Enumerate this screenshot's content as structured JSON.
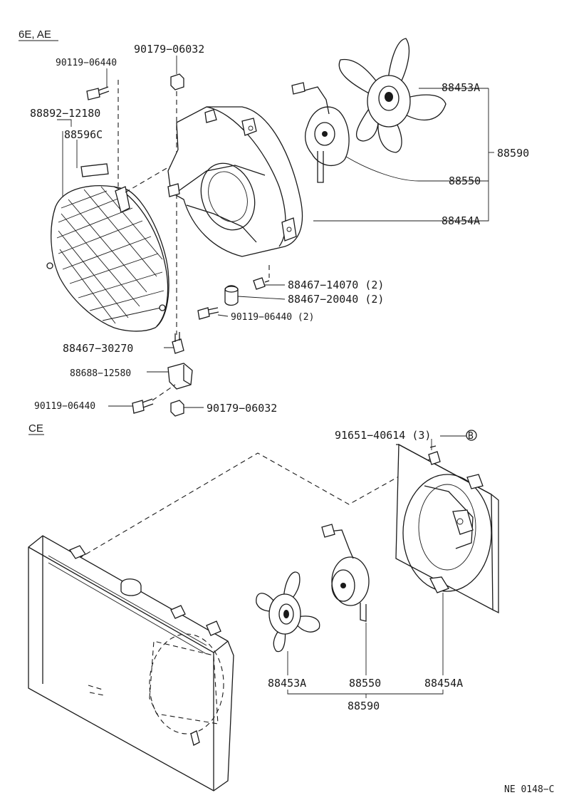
{
  "diagram": {
    "sections": {
      "top": "6E, AE",
      "bottom": "CE"
    },
    "parts": {
      "p_90119_06440_top": "90119−06440",
      "p_90179_06032_top": "90179−06032",
      "p_88892_12180": "88892−12180",
      "p_88596C": "88596C",
      "p_88453A_top": "88453A",
      "p_88590_top": "88590",
      "p_88550_top": "88550",
      "p_88454A_top": "88454A",
      "p_88467_14070": "88467−14070 (2)",
      "p_88467_20040": "88467−20040 (2)",
      "p_90119_06440_2": "90119−06440 (2)",
      "p_88467_30270": "88467−30270",
      "p_88688_12580": "88688−12580",
      "p_90119_06440_bottom": "90119−06440",
      "p_90179_06032_bottom": "90179−06032",
      "p_91651_40614": "91651−40614 (3)",
      "circle_marker": "B",
      "p_88453A_bottom": "88453A",
      "p_88550_bottom": "88550",
      "p_88454A_bottom": "88454A",
      "p_88590_bottom": "88590"
    },
    "figure_code": "NE 0148−C"
  }
}
